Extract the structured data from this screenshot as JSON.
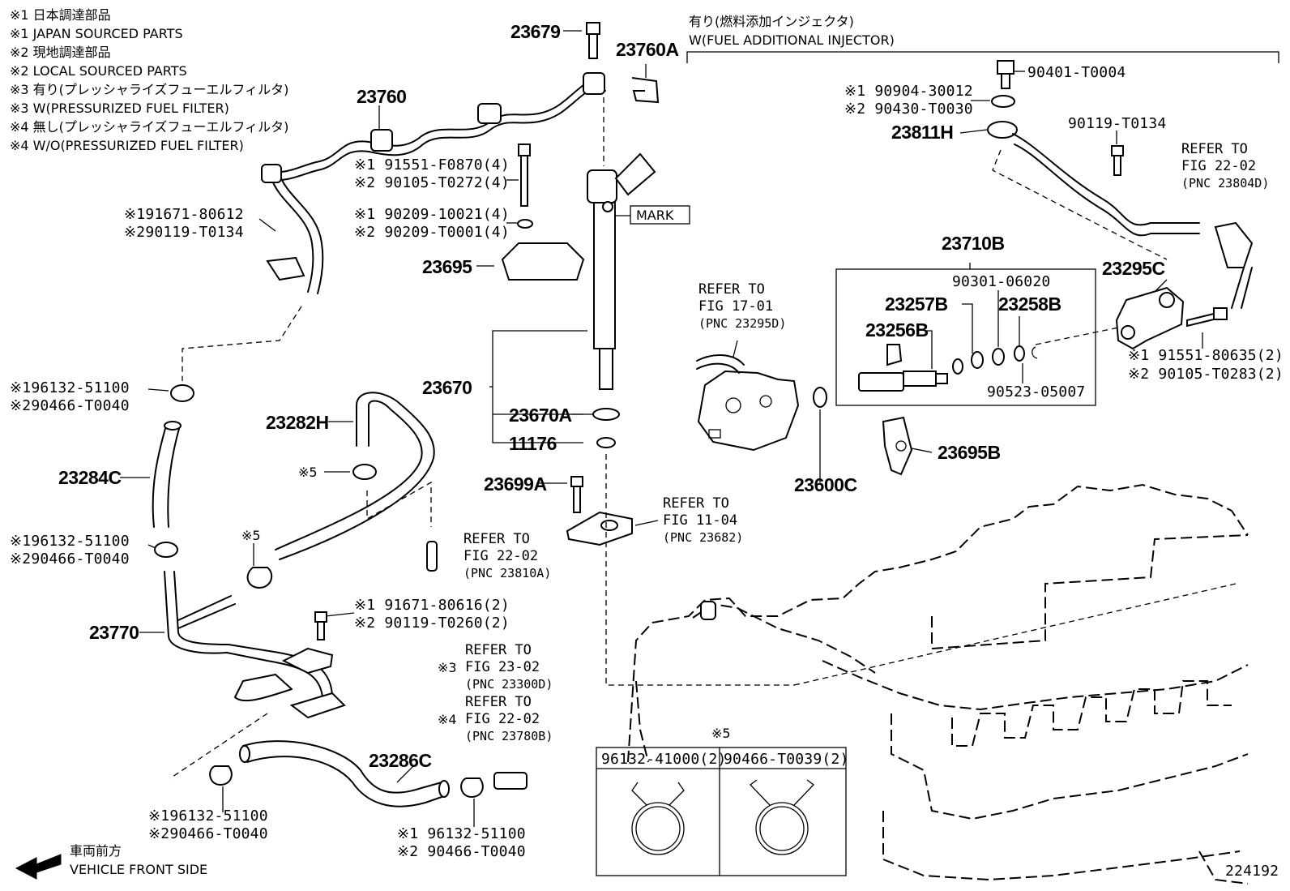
{
  "notes": [
    "※1  日本調達部品",
    "※1  JAPAN SOURCED PARTS",
    "※2  現地調達部品",
    "※2  LOCAL SOURCED PARTS",
    "※3  有り(プレッシャライズフューエルフィルタ)",
    "※3  W(PRESSURIZED FUEL FILTER)",
    "※4  無し(プレッシャライズフューエルフィルタ)",
    "※4  W/O(PRESSURIZED FUEL FILTER)"
  ],
  "injector_group": {
    "title_jp": "有り(燃料添加インジェクタ)",
    "title_en": "W(FUEL ADDITIONAL INJECTOR)"
  },
  "labels": {
    "p23679": "23679",
    "p23760A": "23760A",
    "p23760": "23760",
    "p91551_f0870": "※1 91551-F0870(4)",
    "p90105_t0272": "※2 90105-T0272(4)",
    "p91671_80612": "※191671-80612",
    "p90119_t0134a": "※290119-T0134",
    "p90209_10021": "※1 90209-10021(4)",
    "p90209_t0001": "※2 90209-T0001(4)",
    "mark": "MARK",
    "p23695": "23695",
    "p23670": "23670",
    "p23670A": "23670A",
    "p11176": "11176",
    "p96132_a": "※196132-51100",
    "p90466_a": "※290466-T0040",
    "p23282H": "23282H",
    "p23284C": "23284C",
    "star5_a": "※5",
    "star5_b": "※5",
    "p23699A": "23699A",
    "p96132_b": "※196132-51100",
    "p90466_b": "※290466-T0040",
    "p91671_80616": "※1 91671-80616(2)",
    "p90119_t0260": "※2 90119-T0260(2)",
    "p23770": "23770",
    "p23286C": "23286C",
    "p96132_c": "※196132-51100",
    "p90466_c": "※290466-T0040",
    "p96132_d": "※1 96132-51100",
    "p90466_d": "※2 90466-T0040",
    "star3": "※3",
    "star4": "※4",
    "p90401": "90401-T0004",
    "p90904": "※1 90904-30012",
    "p90430": "※2 90430-T0030",
    "p23811H": "23811H",
    "p90119_t0134b": "90119-T0134",
    "p23710B": "23710B",
    "p90301": "90301-06020",
    "p23257B": "23257B",
    "p23258B": "23258B",
    "p23256B": "23256B",
    "p90523": "90523-05007",
    "p23295C": "23295C",
    "p91551_80635": "※1 91551-80635(2)",
    "p90105_t0283": "※2 90105-T0283(2)",
    "p23600C": "23600C",
    "p23695B": "23695B",
    "star5_c": "※5",
    "p96132_41000": "96132-41000(2)",
    "p90466_t0039": "90466-T0039(2)",
    "front_jp": "車両前方",
    "front_en": "VEHICLE FRONT SIDE",
    "fig_id": "224192"
  },
  "refs": [
    {
      "line1": "REFER TO",
      "line2": "FIG 22-02",
      "line3": "(PNC 23804D)"
    },
    {
      "line1": "REFER TO",
      "line2": "FIG 17-01",
      "line3": "(PNC 23295D)"
    },
    {
      "line1": "REFER TO",
      "line2": "FIG 11-04",
      "line3": "(PNC 23682)"
    },
    {
      "line1": "REFER TO",
      "line2": "FIG 22-02",
      "line3": "(PNC 23810A)"
    },
    {
      "line1": "REFER TO",
      "line2": "FIG 23-02",
      "line3": "(PNC 23300D)"
    },
    {
      "line1": "REFER TO",
      "line2": "FIG 22-02",
      "line3": "(PNC 23780B)"
    }
  ]
}
